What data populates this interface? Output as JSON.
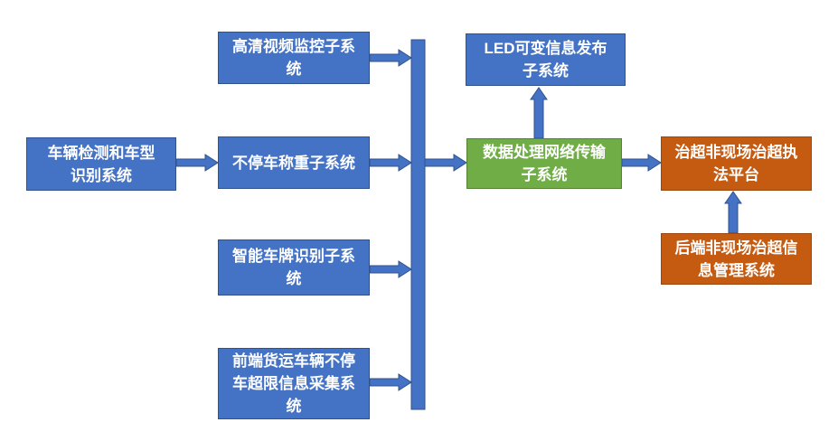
{
  "page": {
    "background": "#ffffff"
  },
  "colors": {
    "node_blue": "#4472C4",
    "node_blue_border": "#2F528F",
    "node_green": "#70AD47",
    "node_green_border": "#548235",
    "node_orange": "#C55A11",
    "node_orange_border": "#9C4610",
    "connector_fill": "#4472C4",
    "connector_border": "#2F528F",
    "text": "#FFFFFF"
  },
  "nodes": {
    "vehicle_detection": {
      "label": "车辆检测和车型\n识别系统"
    },
    "video_surveillance": {
      "label": "高清视频监控子系\n统"
    },
    "weigh_in_motion": {
      "label": "不停车称重子系统"
    },
    "plate_recognition": {
      "label": "智能车牌识别子系\n统"
    },
    "front_end_collection": {
      "label": "前端货运车辆不停\n车超限信息采集系\n统"
    },
    "led_display": {
      "label": "LED可变信息发布\n子系统"
    },
    "data_processing": {
      "label": "数据处理网络传输\n子系统"
    },
    "enforcement_platform": {
      "label": "治超非现场治超执\n法平台"
    },
    "backend_management": {
      "label": "后端非现场治超信\n息管理系统"
    }
  }
}
